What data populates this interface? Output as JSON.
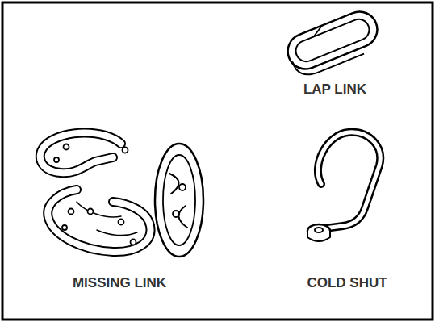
{
  "diagram": {
    "labels": [
      "LAP LINK",
      "MISSING LINK",
      "COLD SHUT"
    ]
  }
}
